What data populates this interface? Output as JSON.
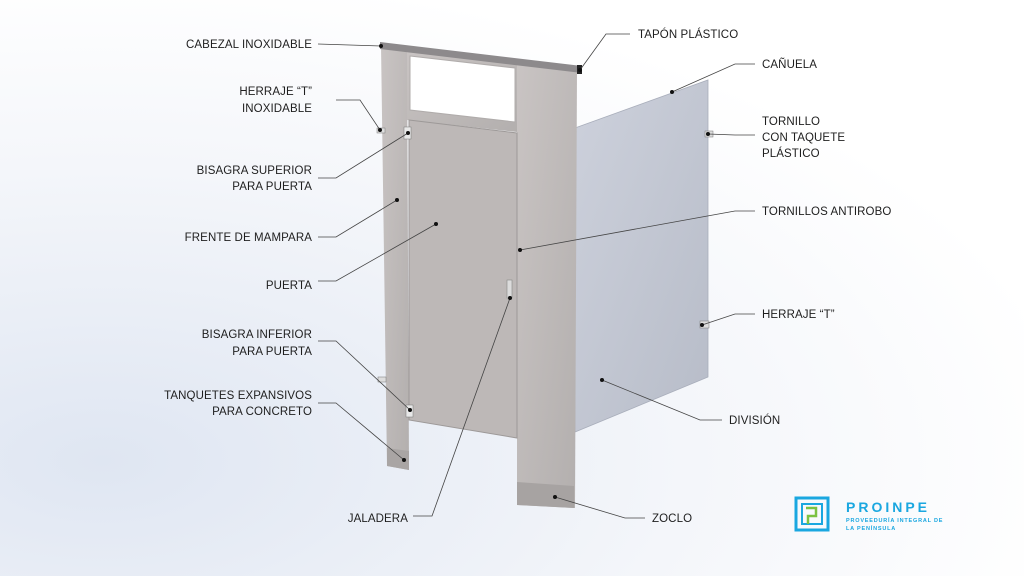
{
  "labels": {
    "cabezal": "CABEZAL INOXIDABLE",
    "herraje_t_inox_1": "HERRAJE “T”",
    "herraje_t_inox_2": "INOXIDABLE",
    "bisagra_sup_1": "BISAGRA SUPERIOR",
    "bisagra_sup_2": "PARA PUERTA",
    "frente": "FRENTE DE MAMPARA",
    "puerta": "PUERTA",
    "bisagra_inf_1": "BISAGRA INFERIOR",
    "bisagra_inf_2": "PARA PUERTA",
    "tanquetes_1": "TANQUETES EXPANSIVOS",
    "tanquetes_2": "PARA CONCRETO",
    "jaladera": "JALADERA",
    "tapon": "TAPÓN PLÁSTICO",
    "canuela": "CAÑUELA",
    "tornillo_1": "TORNILLO",
    "tornillo_2": "CON TAQUETE",
    "tornillo_3": "PLÁSTICO",
    "antirobo": "TORNILLOS ANTIROBO",
    "herraje_t": "HERRAJE “T”",
    "division": "DIVISIÓN",
    "zoclo": "ZOCLO"
  },
  "brand": {
    "name": "PROINPE",
    "tagline_1": "PROVEEDURÍA INTEGRAL DE",
    "tagline_2": "LA PENÍNSULA",
    "color": "#1aa7e0",
    "accent": "#7cc242"
  }
}
